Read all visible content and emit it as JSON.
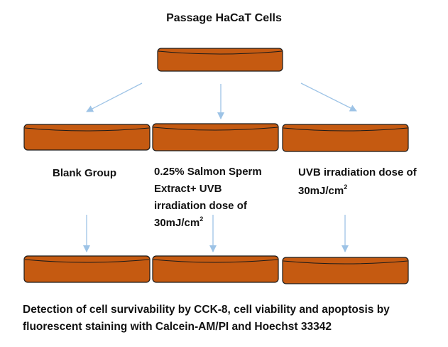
{
  "title": "Passage  HaCaT Cells",
  "groups": [
    {
      "label_lines": [
        "Blank Group"
      ]
    },
    {
      "label_lines": [
        "0.25% Salmon Sperm",
        "Extract+ UVB",
        "irradiation dose of"
      ],
      "unit_base": "30mJ/cm",
      "unit_sup": "2"
    },
    {
      "label_lines": [
        "UVB  irradiation dose of"
      ],
      "unit_base": "30mJ/cm",
      "unit_sup": "2"
    }
  ],
  "caption_lines": [
    "Detection of cell survivability by CCK-8, cell viability and apoptosis by",
    "fluorescent staining with Calcein-AM/PI and  Hoechst 33342"
  ],
  "colors": {
    "dish_fill": "#c55a11",
    "dish_top": "#d1682a",
    "dish_outline": "#1a1a1a",
    "arrow": "#9dc3e6"
  }
}
